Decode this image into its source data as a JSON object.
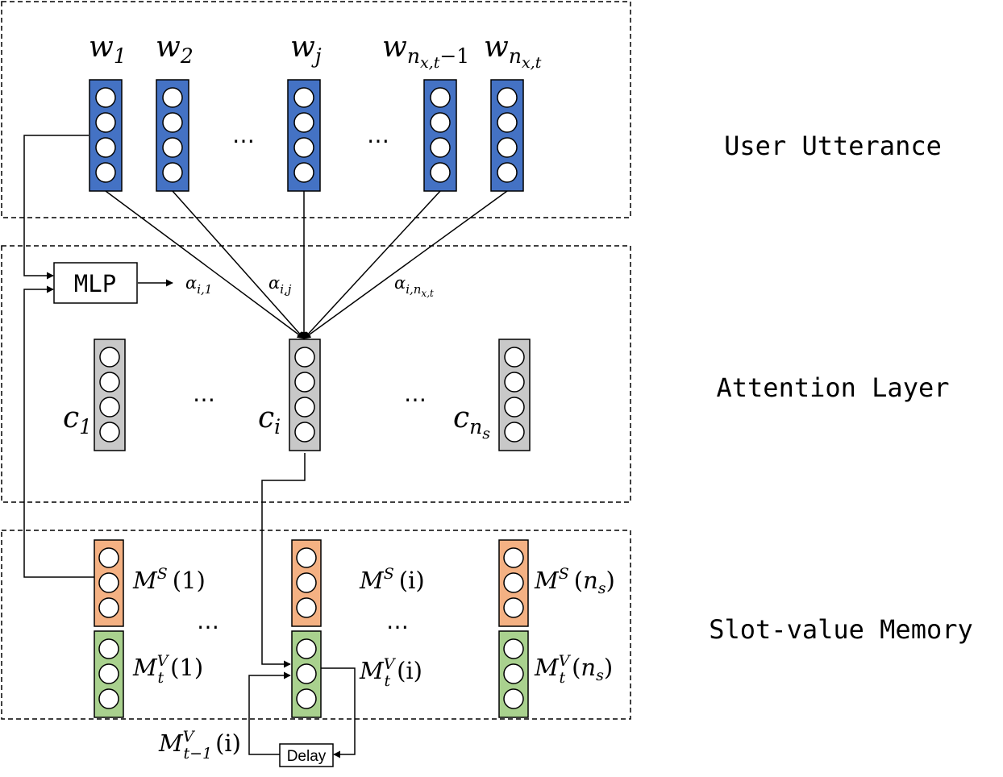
{
  "sections": {
    "user_utterance": "User Utterance",
    "attention_layer": "Attention Layer",
    "slot_value_memory": "Slot-value Memory"
  },
  "mlp": "MLP",
  "delay": "Delay",
  "ellipsis": "⋯",
  "words": [
    {
      "base": "w",
      "sub": "1"
    },
    {
      "base": "w",
      "sub": "2"
    },
    {
      "base": "w",
      "sub": "j"
    },
    {
      "base": "w",
      "sub": "n",
      "subsub": "x,t",
      "tail": "−1"
    },
    {
      "base": "w",
      "sub": "n",
      "subsub": "x,t",
      "tail": ""
    }
  ],
  "contexts": [
    {
      "base": "c",
      "sub": "1"
    },
    {
      "base": "c",
      "sub": "i"
    },
    {
      "base": "c",
      "sub": "n",
      "subsub": "s"
    }
  ],
  "alphas": [
    {
      "base": "α",
      "sub": "i,1"
    },
    {
      "base": "α",
      "sub": "i,j"
    },
    {
      "base": "α",
      "sub": "i,n",
      "subsub": "x,t"
    }
  ],
  "memory_slots": [
    {
      "base": "M",
      "sup": "S",
      "arg": "(1)"
    },
    {
      "base": "M",
      "sup": "S",
      "arg": "(i)"
    },
    {
      "base": "M",
      "sup": "S",
      "arg_pre": "(",
      "arg_var": "n",
      "arg_sub": "s",
      "arg_post": ")"
    }
  ],
  "memory_values": [
    {
      "base": "M",
      "sup": "V",
      "sub": "t",
      "arg": "(1)"
    },
    {
      "base": "M",
      "sup": "V",
      "sub": "t",
      "arg": "(i)"
    },
    {
      "base": "M",
      "sup": "V",
      "sub": "t",
      "arg_pre": "(",
      "arg_var": "n",
      "arg_sub": "s",
      "arg_post": ")"
    }
  ],
  "prev_value": {
    "base": "M",
    "sup": "V",
    "sub": "t−1",
    "arg": "(i)"
  },
  "colors": {
    "word_vector": "#4472c4",
    "context_vector": "#c8c8c8",
    "slot_key_vector": "#f4b183",
    "slot_value_vector": "#a9d18e",
    "stroke": "#000000"
  }
}
